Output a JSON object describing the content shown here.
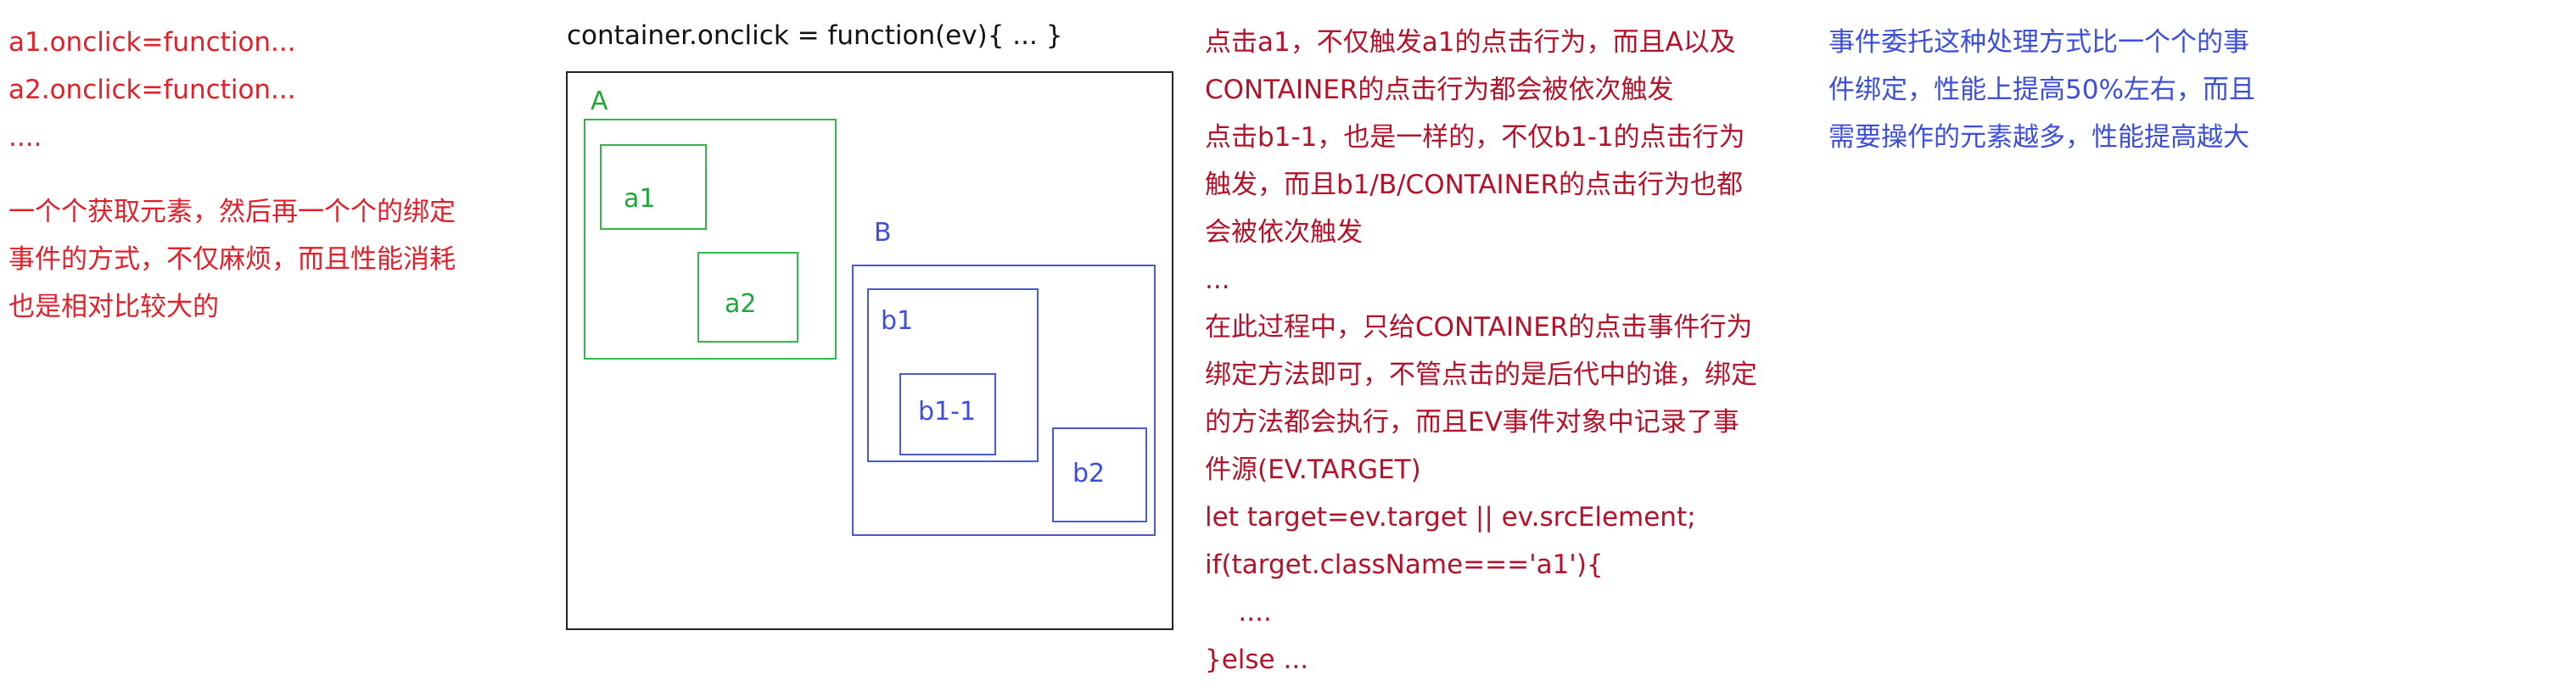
{
  "left_code": {
    "line1": "a1.onclick=function...",
    "line2": "a2.onclick=function...",
    "line3": "....",
    "note1": "一个个获取元素，然后再一个个的绑定",
    "note2": "事件的方式，不仅麻烦，而且性能消耗",
    "note3": "也是相对比较大的"
  },
  "diagram": {
    "title": "container.onclick = function(ev){  ...  }",
    "labels": {
      "A": "A",
      "a1": "a1",
      "a2": "a2",
      "B": "B",
      "b1": "b1",
      "b1_1": "b1-1",
      "b2": "b2"
    },
    "colors": {
      "container_border": "#222222",
      "group_a": "#33b54a",
      "group_b": "#4a59d6",
      "left_text": "#e0202a",
      "middle_text": "#b3122a",
      "right_text": "#3d4fd8"
    }
  },
  "middle_text": {
    "line1": "点击a1，不仅触发a1的点击行为，而且A以及",
    "line2": "CONTAINER的点击行为都会被依次触发",
    "line3": "点击b1-1，也是一样的，不仅b1-1的点击行为",
    "line4": "触发，而且b1/B/CONTAINER的点击行为也都",
    "line5": "会被依次触发",
    "line6": "...",
    "line7": "在此过程中，只给CONTAINER的点击事件行为",
    "line8": "绑定方法即可，不管点击的是后代中的谁，绑定",
    "line9": "的方法都会执行，而且EV事件对象中记录了事",
    "line10": "件源(EV.TARGET)",
    "line11": "let target=ev.target || ev.srcElement;",
    "line12": "if(target.className==='a1'){",
    "line13": "    ....",
    "line14": "}else ..."
  },
  "right_text": {
    "line1": "事件委托这种处理方式比一个个的事",
    "line2": "件绑定，性能上提高50%左右，而且",
    "line3": "需要操作的元素越多，性能提高越大"
  }
}
